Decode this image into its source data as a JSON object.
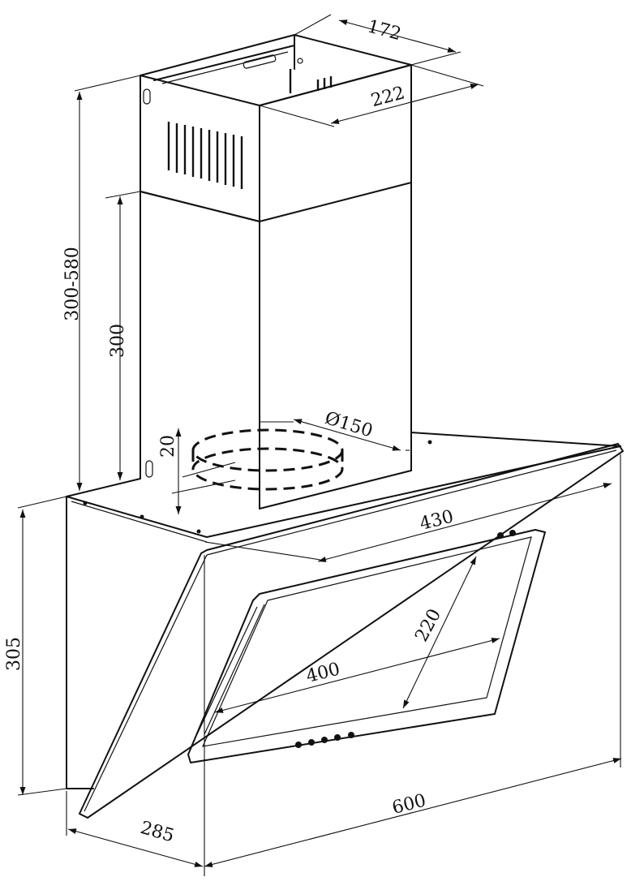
{
  "dimensions": {
    "chimney_depth": "172",
    "chimney_width": "222",
    "total_chimney_height": "300-580",
    "chimney_section_height": "300",
    "duct_diameter": "Ø150",
    "duct_offset": "20",
    "body_height": "305",
    "glass_width": "430",
    "panel_width": "400",
    "panel_height": "220",
    "hood_width": "600",
    "hood_depth": "285"
  }
}
